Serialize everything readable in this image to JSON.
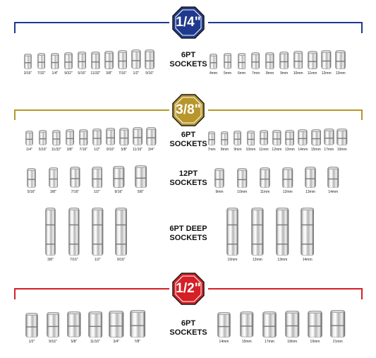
{
  "sections": [
    {
      "id": "quarter",
      "badge": "1/4\"",
      "color": "#1f3a8c",
      "rows": [
        {
          "title": "6PT SOCKETS",
          "left": [
            "3/16\"",
            "7/32\"",
            "1/4\"",
            "9/32\"",
            "5/16\"",
            "11/32\"",
            "3/8\"",
            "7/16\"",
            "1/2\"",
            "9/16\""
          ],
          "right": [
            "4mm",
            "5mm",
            "6mm",
            "7mm",
            "8mm",
            "9mm",
            "10mm",
            "11mm",
            "12mm",
            "13mm"
          ]
        }
      ]
    },
    {
      "id": "threeeighth",
      "badge": "3/8\"",
      "color": "#b8962c",
      "rows": [
        {
          "title": "6PT SOCKETS",
          "left": [
            "1/4\"",
            "5/16\"",
            "11/32\"",
            "3/8\"",
            "7/16\"",
            "1/2\"",
            "9/16\"",
            "5/8\"",
            "11/16\"",
            "3/4\""
          ],
          "right": [
            "7mm",
            "8mm",
            "9mm",
            "10mm",
            "11mm",
            "12mm",
            "13mm",
            "14mm",
            "15mm",
            "17mm",
            "19mm"
          ]
        },
        {
          "title": "12PT SOCKETS",
          "left": [
            "5/16\"",
            "3/8\"",
            "7/16\"",
            "1/2\"",
            "9/16\"",
            "5/8\""
          ],
          "right": [
            "9mm",
            "10mm",
            "11mm",
            "12mm",
            "13mm",
            "14mm"
          ]
        },
        {
          "title": "6PT DEEP SOCKETS",
          "left": [
            "3/8\"",
            "7/16\"",
            "1/2\"",
            "9/16\""
          ],
          "right": [
            "10mm",
            "12mm",
            "13mm",
            "14mm"
          ]
        }
      ]
    },
    {
      "id": "half",
      "badge": "1/2\"",
      "color": "#d42026",
      "rows": [
        {
          "title": "6PT SOCKETS",
          "left": [
            "1/2\"",
            "9/16\"",
            "5/8\"",
            "11/16\"",
            "3/4\"",
            "7/8\""
          ],
          "right": [
            "14mm",
            "15mm",
            "17mm",
            "18mm",
            "19mm",
            "21mm"
          ]
        }
      ]
    }
  ]
}
